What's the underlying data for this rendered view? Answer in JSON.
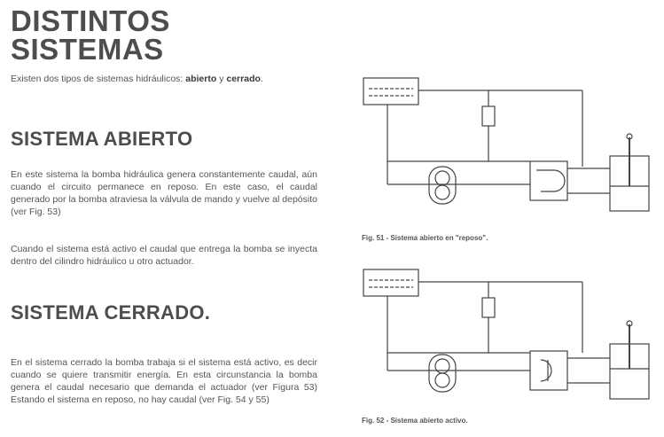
{
  "left": {
    "title_line1": "DISTINTOS",
    "title_line2": "SISTEMAS",
    "intro_text": "Existen dos tipos de sistemas hidráulicos: ",
    "intro_abierto": "abierto",
    "intro_y": " y ",
    "intro_cerrado": "cerrado",
    "intro_end": ".",
    "heading_abierto": "SISTEMA ABIERTO",
    "para_abierto_1": "En este sistema la bomba hidráulica genera constantemente caudal, aún cuando el circuito permanece en reposo. En este caso, el caudal generado por la bomba atraviesa la válvula de mando y vuelve al depósito (ver Fig. 53)",
    "para_abierto_2": "Cuando el sistema está activo el caudal que entrega la bomba se inyecta dentro del cilindro hidráulico u otro actuador.",
    "heading_cerrado": "SISTEMA CERRADO.",
    "para_cerrado": "En el sistema cerrado la bomba trabaja si el sistema está activo, es decir cuando se quiere transmitir energía. En esta circunstancia la bomba genera el caudal necesario que demanda el actuador (ver Figura 53)   Estando el sistema en reposo, no hay caudal (ver Fig. 54 y 55)"
  },
  "right": {
    "caption_fig51": "Fig. 51 - Sistema abierto en \"reposo\".",
    "caption_fig52": "Fig. 52 - Sistema abierto activo."
  }
}
